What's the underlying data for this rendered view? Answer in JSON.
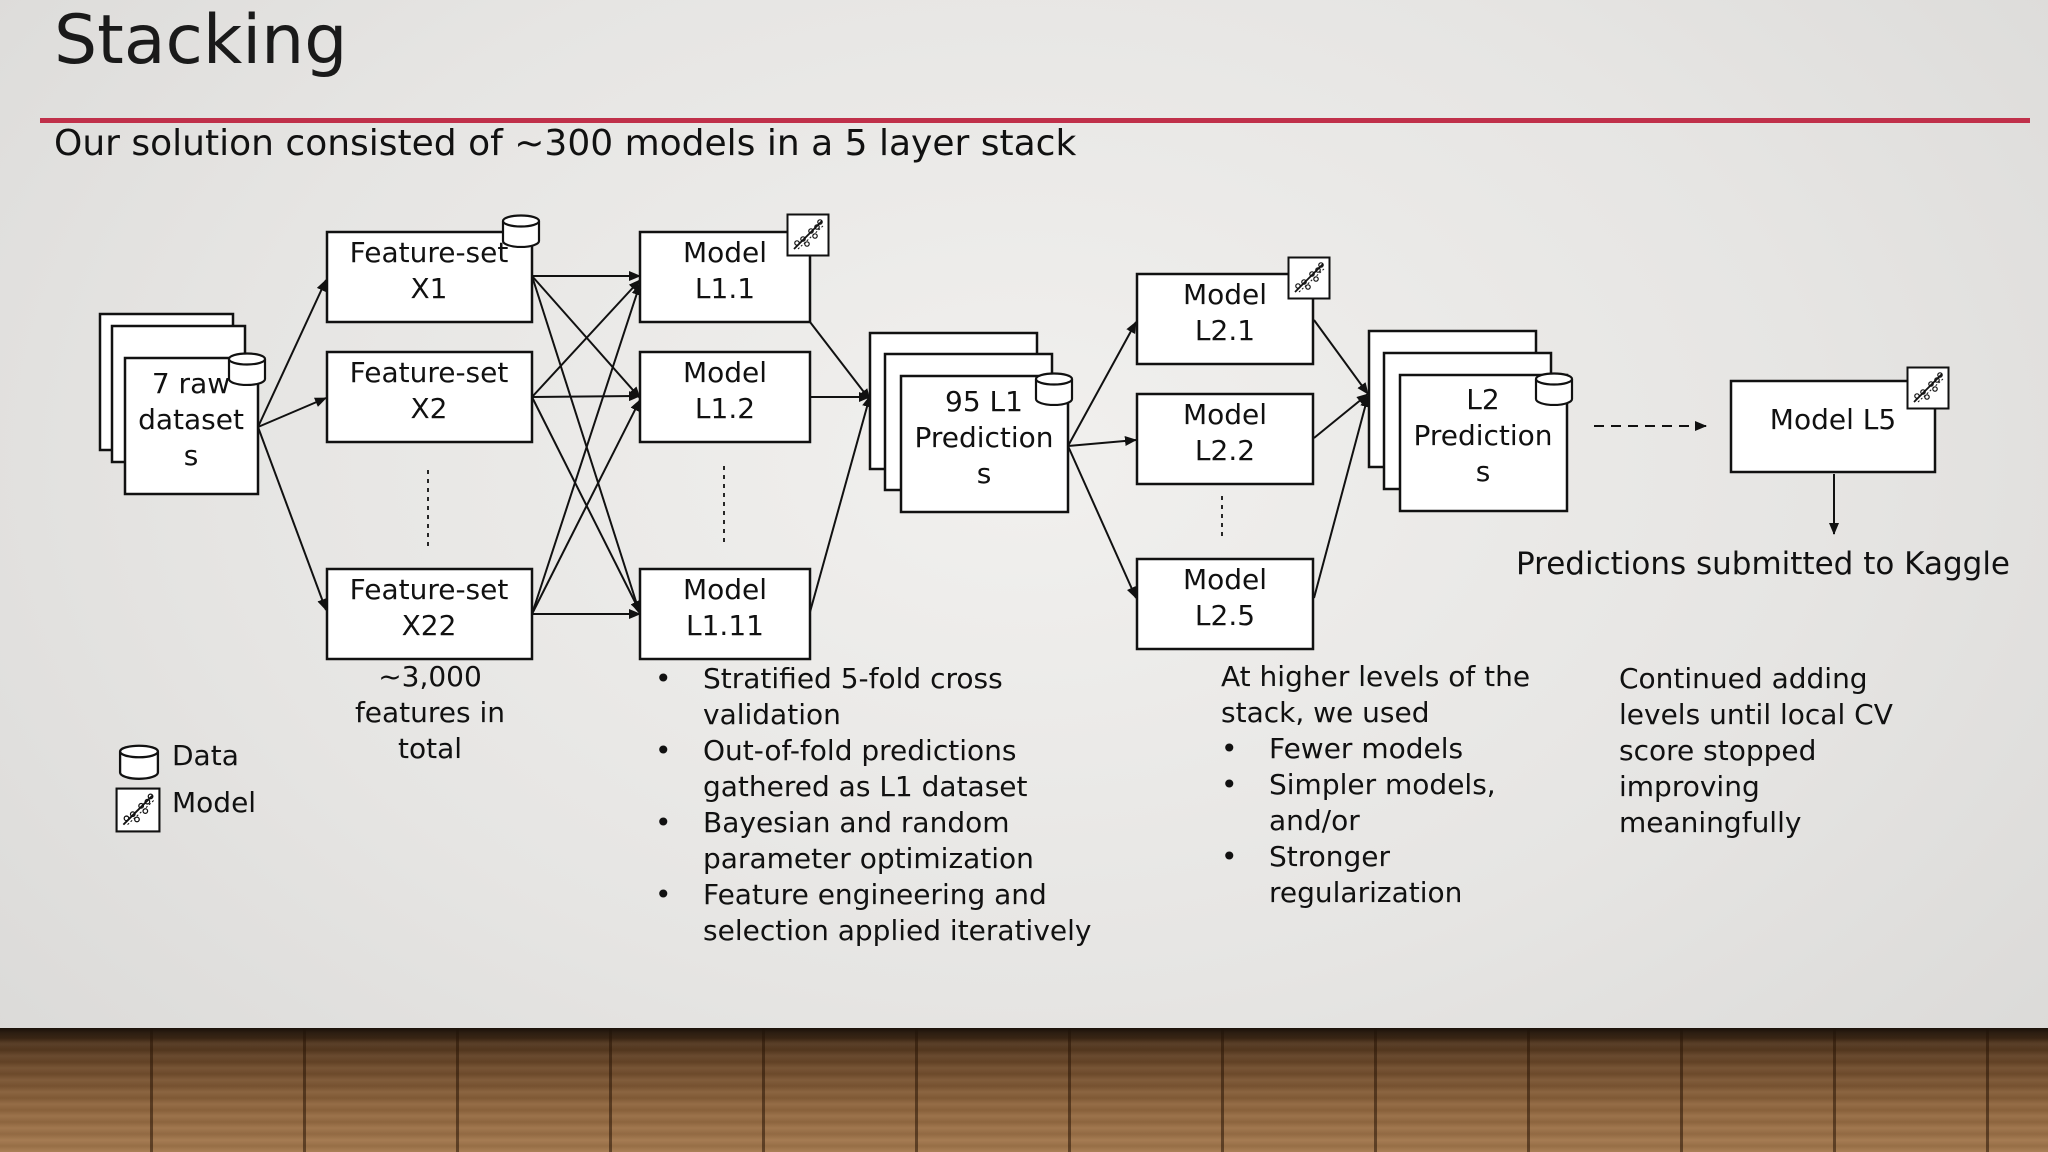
{
  "slide": {
    "title": "Stacking",
    "subtitle": "Our solution consisted of ~300 models in a 5 layer stack",
    "accent_color": "#c0304a"
  },
  "diagram": {
    "raw": [
      "7 raw",
      "dataset",
      "s"
    ],
    "features": [
      [
        "Feature-set",
        "X1"
      ],
      [
        "Feature-set",
        "X2"
      ],
      [
        "Feature-set",
        "X22"
      ]
    ],
    "models_l1": [
      [
        "Model",
        "L1.1"
      ],
      [
        "Model",
        "L1.2"
      ],
      [
        "Model",
        "L1.11"
      ]
    ],
    "l1_predictions": [
      "95 L1",
      "Prediction",
      "s"
    ],
    "models_l2": [
      [
        "Model",
        "L2.1"
      ],
      [
        "Model",
        "L2.2"
      ],
      [
        "Model",
        "L2.5"
      ]
    ],
    "l2_predictions": [
      "L2",
      "Prediction",
      "s"
    ],
    "model_l5": "Model L5",
    "final_output": "Predictions submitted to Kaggle"
  },
  "legend": {
    "data_label": "Data",
    "model_label": "Model",
    "data_icon": "cylinder-icon",
    "model_icon": "scatter-plot-icon"
  },
  "notes": {
    "features_total": [
      "~3,000",
      "features in",
      "total"
    ],
    "l1_bullets": [
      "Stratified 5-fold cross validation",
      "Out-of-fold predictions gathered as L1 dataset",
      "Bayesian and random parameter optimization",
      "Feature engineering and selection applied iteratively"
    ],
    "higher_intro": "At higher levels of the stack, we used",
    "higher_bullets": [
      "Fewer models",
      "Simpler models, and/or",
      "Stronger regularization"
    ],
    "continued": "Continued adding levels until local CV score stopped improving meaningfully"
  }
}
